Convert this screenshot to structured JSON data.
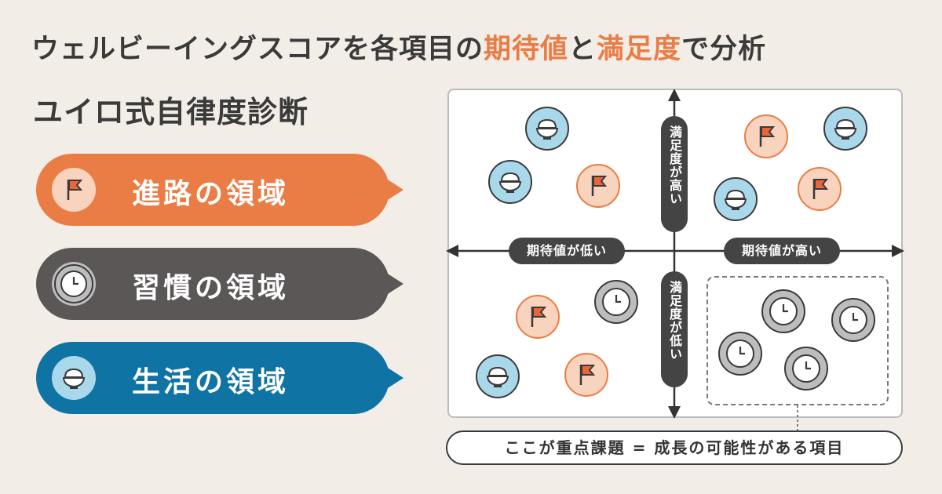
{
  "headline": {
    "part1": "ウェルビーイングスコアを各項目の",
    "accent1": "期待値",
    "part2": "と",
    "accent2": "満足度",
    "part3": "で分析"
  },
  "subtitle": "ユイロ式自律度診断",
  "categories": [
    {
      "label": "進路の領域",
      "icon": "flag-icon",
      "color": "#ea7d45"
    },
    {
      "label": "習慣の領域",
      "icon": "clock-icon",
      "color": "#5b5757"
    },
    {
      "label": "生活の領域",
      "icon": "rice-bowl-icon",
      "color": "#0f73a3"
    }
  ],
  "axes": {
    "y_high": "満足度が高い",
    "y_low": "満足度が低い",
    "x_low": "期待値が低い",
    "x_high": "期待値が高い"
  },
  "footnote": "ここが重点課題 = 成長の可能性がある項目"
}
